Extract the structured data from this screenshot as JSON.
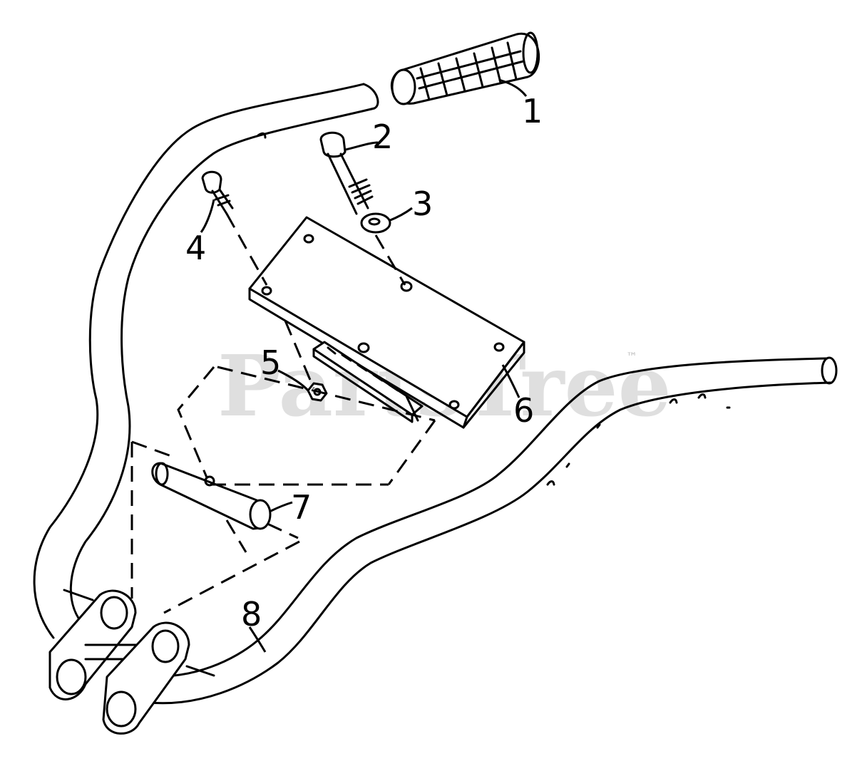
{
  "watermark": {
    "text": "PartsTree",
    "trademark": "™"
  },
  "callouts": [
    {
      "id": 1,
      "label": "1"
    },
    {
      "id": 2,
      "label": "2"
    },
    {
      "id": 3,
      "label": "3"
    },
    {
      "id": 4,
      "label": "4"
    },
    {
      "id": 5,
      "label": "5"
    },
    {
      "id": 6,
      "label": "6"
    },
    {
      "id": 7,
      "label": "7"
    },
    {
      "id": 8,
      "label": "8"
    }
  ]
}
